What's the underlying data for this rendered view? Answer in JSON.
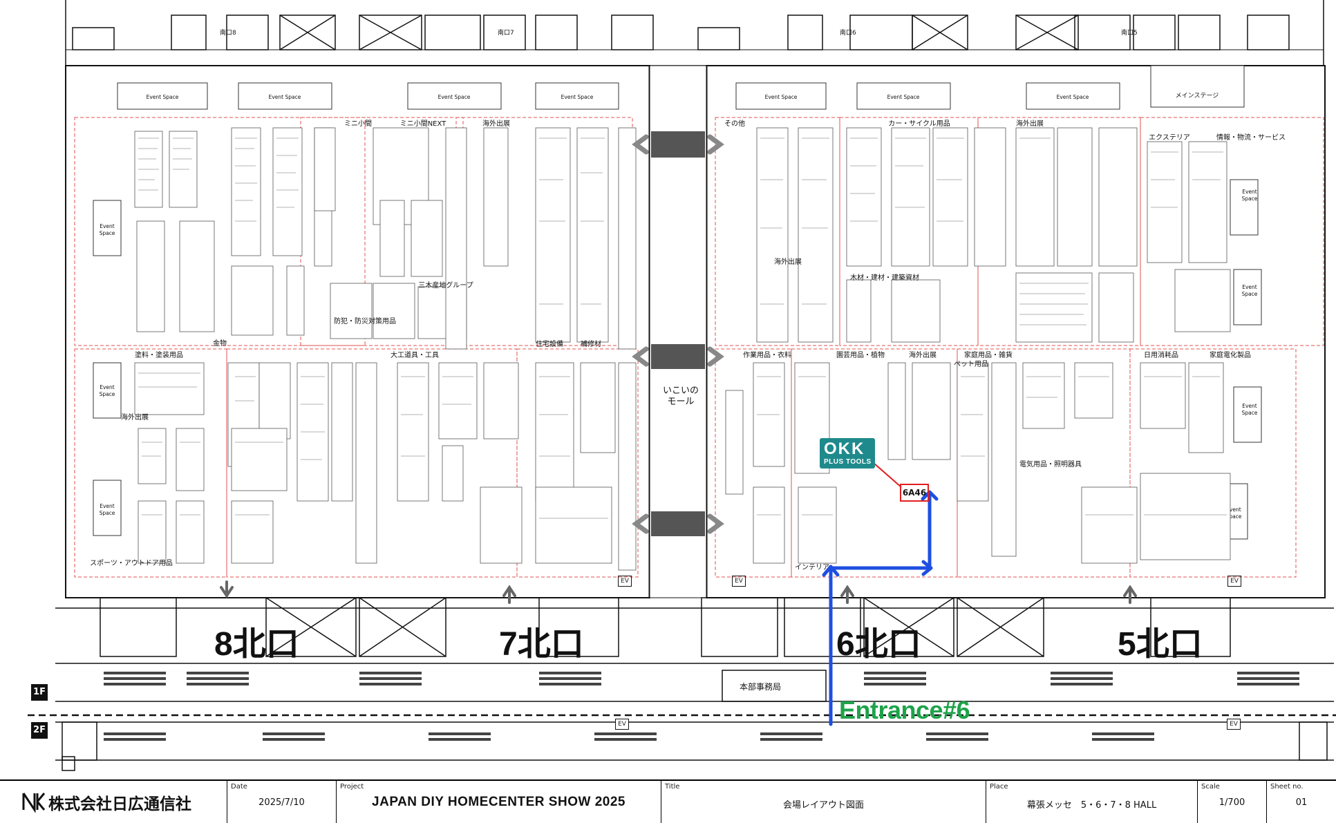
{
  "map": {
    "top_gates": [
      "南口8",
      "南口7",
      "南口6",
      "南口5"
    ],
    "bottom_entrances": [
      "8北口",
      "7北口",
      "6北口",
      "5北口"
    ],
    "floors": [
      "1F",
      "2F"
    ],
    "office": "本部事務局",
    "mall_label": "いこいの\nモール",
    "main_stage": "メインステージ",
    "event_space": "Event Space",
    "ev": "EV",
    "zones": {
      "hall8_top": [
        "金物",
        "防犯・防災対策用品",
        "ミニ小間",
        "ミニ小間NEXT",
        "三木産地グループ"
      ],
      "hall7_top": [
        "海外出展",
        "住宅設備",
        "補修材"
      ],
      "hall6_top": [
        "その他",
        "海外出展",
        "カー・サイクル用品",
        "木材・建材・建築資材"
      ],
      "hall5_top": [
        "海外出展",
        "エクステリア",
        "情報・物流・サービス"
      ],
      "hall8_bottom": [
        "塗料・塗装用品",
        "大工道具・工具",
        "海外出展",
        "スポーツ・アウトドア用品"
      ],
      "hall6_bottom": [
        "作業用品・衣料",
        "園芸用品・植物",
        "海外出展",
        "インテリア",
        "ペット用品"
      ],
      "hall5_bottom": [
        "家庭用品・雑貨",
        "電気用品・照明器具",
        "日用消耗品",
        "家庭電化製品"
      ]
    },
    "highlight_booth": "6A46",
    "exhibitor_logo": {
      "line1": "OKK",
      "line2": "PLUS TOOLS"
    },
    "entrance_label": "Entrance#6",
    "colors": {
      "route": "#1f4fe0",
      "entrance_text": "#1ea34a",
      "highlight": "#e02020",
      "zone_border": "#e05050",
      "logo_bg": "#1f8a8c"
    }
  },
  "titleblock": {
    "company": "株式会社日広通信社",
    "date_label": "Date",
    "date": "2025/7/10",
    "project_label": "Project",
    "project": "JAPAN DIY HOMECENTER SHOW 2025",
    "title_label": "Title",
    "title": "会場レイアウト図面",
    "place_label": "Place",
    "place": "幕張メッセ　5・6・7・8 HALL",
    "scale_label": "Scale",
    "scale": "1/700",
    "sheet_label": "Sheet no.",
    "sheet": "01"
  }
}
